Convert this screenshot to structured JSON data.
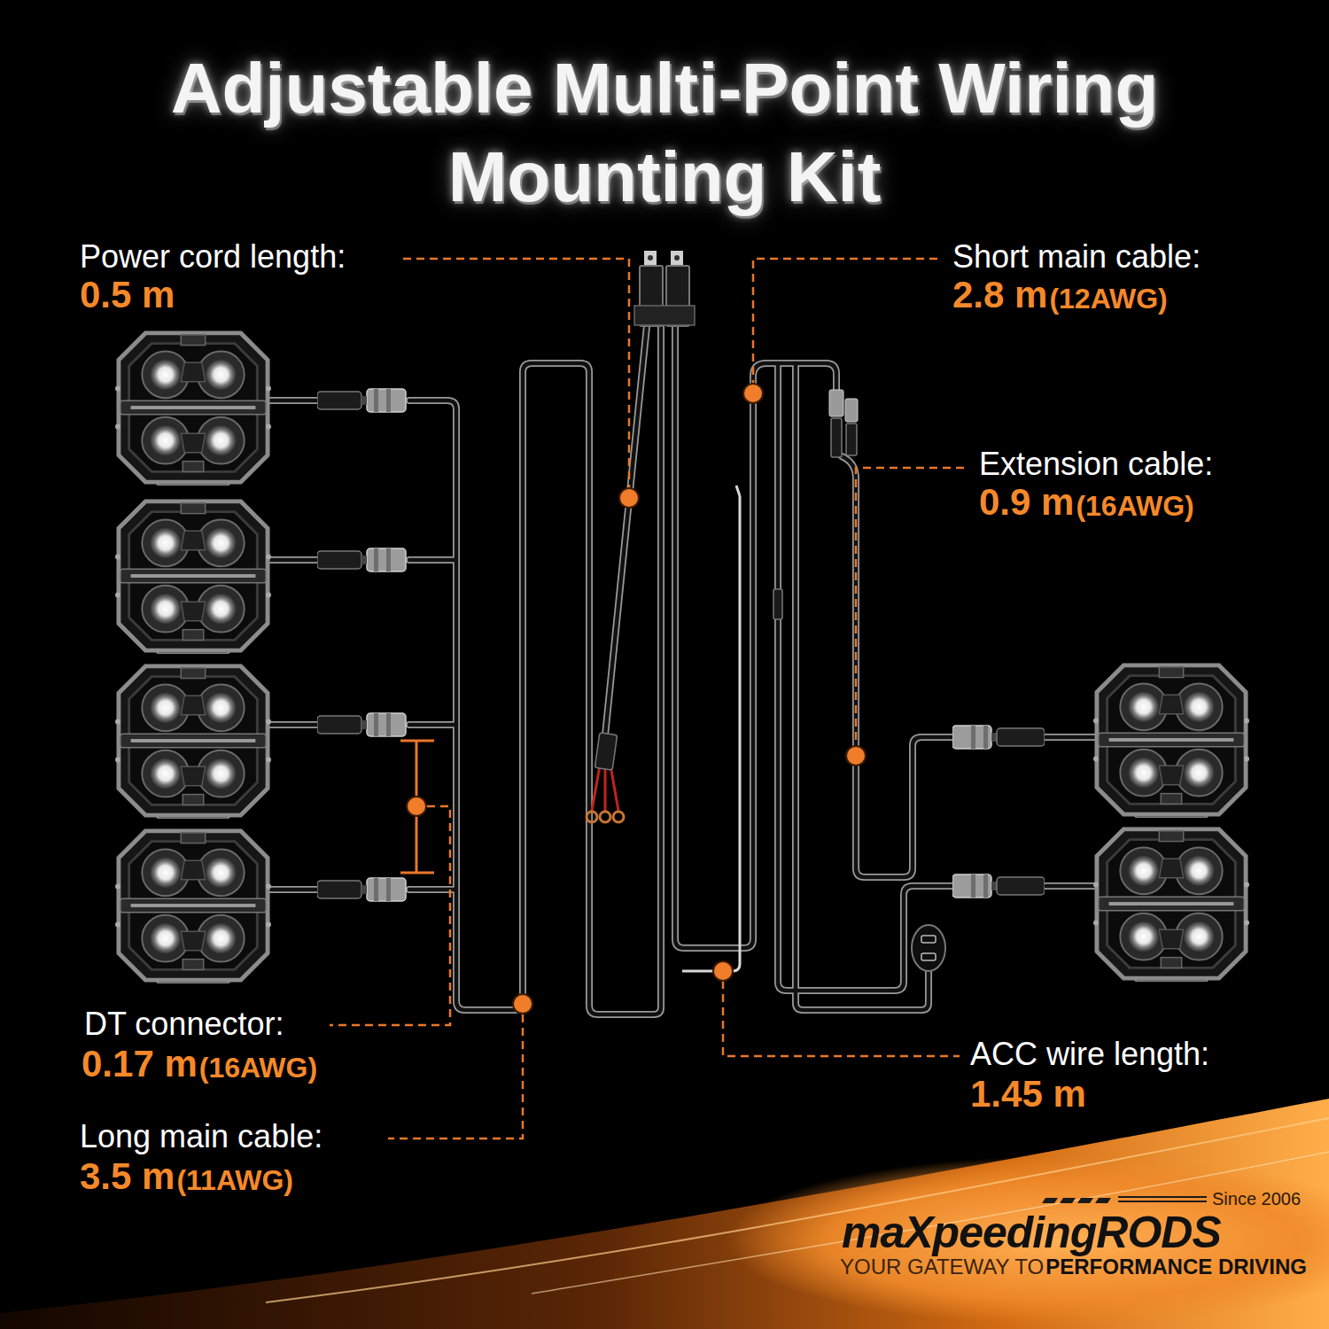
{
  "diagram": {
    "title": "Adjustable Multi-Point Wiring Mounting Kit",
    "labels": [
      "Power cord length:",
      "0.5 m",
      "Short main cable:",
      "2.8 m",
      "(12AWG)",
      "Extension cable:",
      "0.9 m",
      "(16AWG)",
      "DT connector:",
      "0.17 m",
      "(16AWG)",
      "Long main cable:",
      "3.5 m",
      "(11AWG)",
      "ACC wire length:",
      "1.45 m",
      "Since 2006",
      "maXpeedingRODS",
      "YOUR GATEWAY TO",
      "PERFORMANCE DRIVING"
    ]
  }
}
